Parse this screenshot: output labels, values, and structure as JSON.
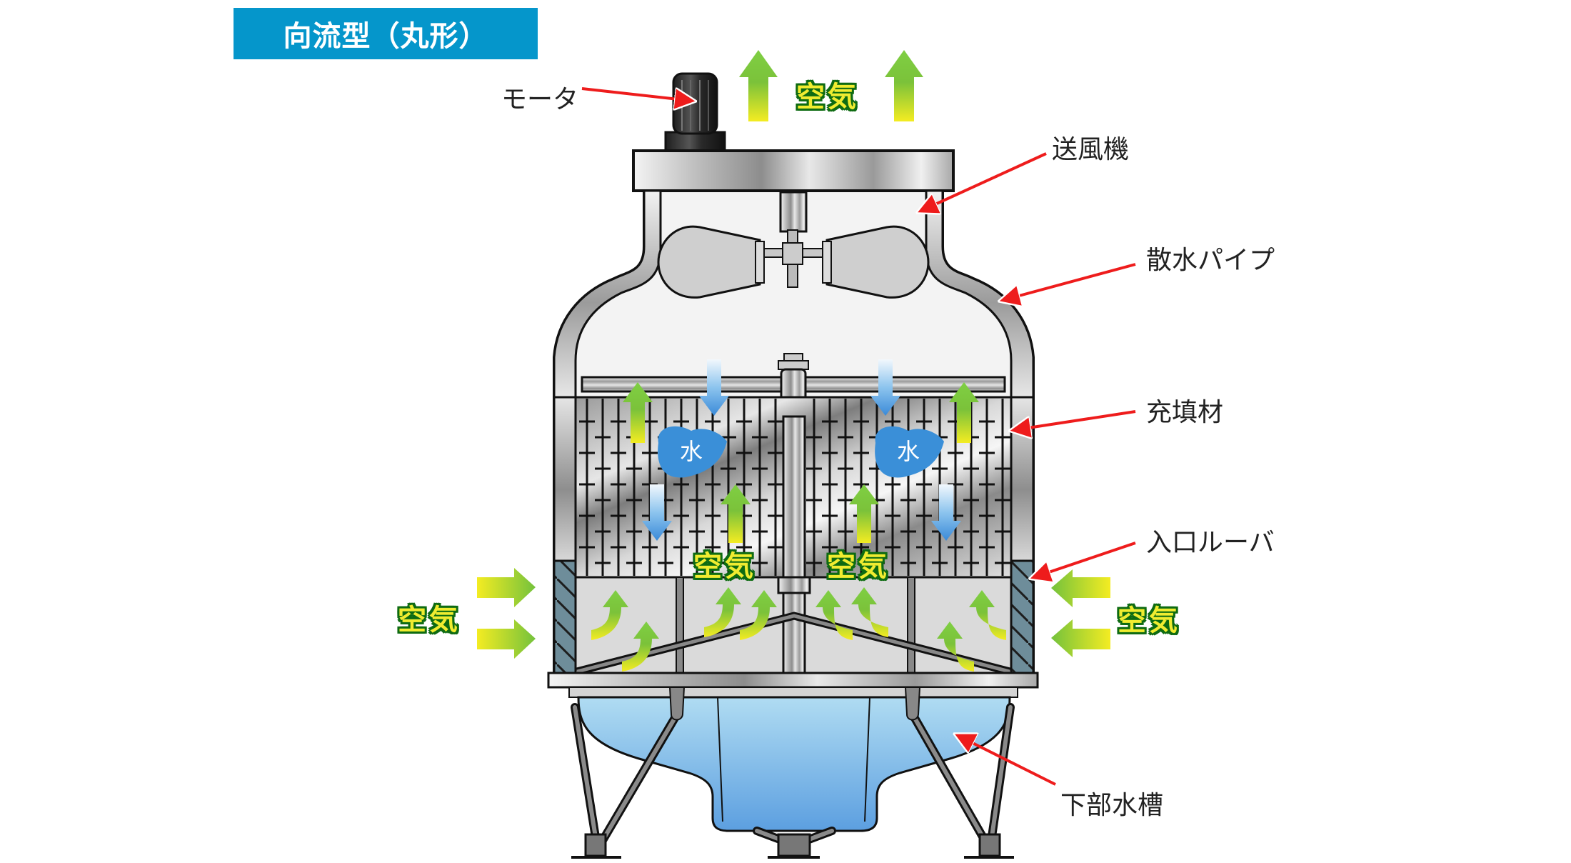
{
  "title": "向流型（丸形）",
  "colors": {
    "title_bg": "#0596cb",
    "callout_arrow": "#ee1c1c",
    "air_text": "#f0ec30",
    "air_outline": "#0e6b12",
    "water_blob": "#3a8fd8",
    "basin_water": "#8cc6ee",
    "louver": "#6e8d9a"
  },
  "callouts": {
    "motor": "モータ",
    "fan": "送風機",
    "spray_pipe": "散水パイプ",
    "fill": "充填材",
    "inlet_louver": "入口ルーバ",
    "lower_basin": "下部水槽"
  },
  "flow_labels": {
    "air_top": "空気",
    "air_fill_left": "空気",
    "air_fill_right": "空気",
    "air_inlet_left": "空気",
    "air_inlet_right": "空気",
    "water_left": "水",
    "water_right": "水"
  },
  "icons": {
    "air_arrow": "green-yellow-gradient-arrow",
    "water_arrow": "blue-gradient-down-arrow",
    "callout_arrow": "red-pointer-arrow"
  }
}
